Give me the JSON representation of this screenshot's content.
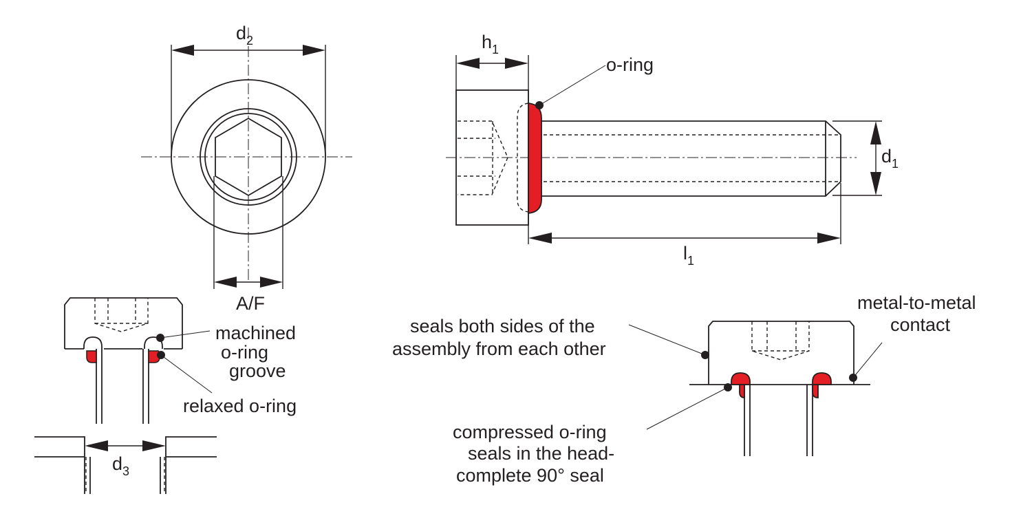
{
  "colors": {
    "seal": "#e31e24",
    "line": "#231f20",
    "background": "#ffffff"
  },
  "dimensions": {
    "d2": {
      "base": "d",
      "sub": "2"
    },
    "h1": {
      "base": "h",
      "sub": "1"
    },
    "d1": {
      "base": "d",
      "sub": "1"
    },
    "l1": {
      "base": "l",
      "sub": "1"
    },
    "af": "A/F",
    "d3": {
      "base": "d",
      "sub": "3"
    }
  },
  "callouts": {
    "oring": "o-ring",
    "groove": [
      "machined",
      "o-ring",
      "groove"
    ],
    "relaxed": "relaxed o-ring",
    "seals_both": [
      "seals both sides of the",
      "assembly from each other"
    ],
    "metal": [
      "metal-to-metal",
      "contact"
    ],
    "compressed": [
      "compressed o-ring",
      "seals in the head-",
      "complete 90° seal"
    ]
  }
}
